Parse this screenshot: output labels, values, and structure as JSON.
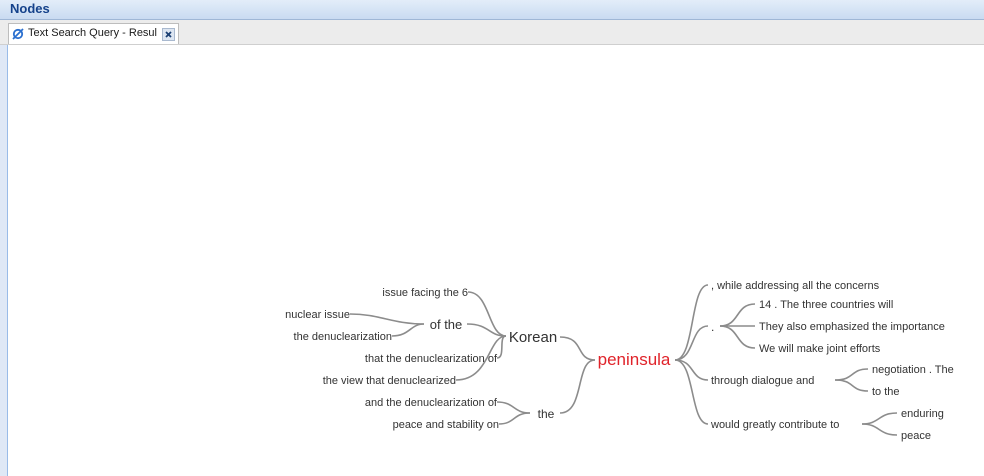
{
  "panel": {
    "title": "Nodes"
  },
  "tab": {
    "label": "Text Search Query - Resul",
    "icon": "query-icon",
    "close_icon": "close-icon"
  },
  "word_tree": {
    "root": "peninsula",
    "colors": {
      "root": "#e0232a",
      "text": "#333333",
      "line": "#8c8c8c"
    },
    "left": {
      "Korean": {
        "of the": [
          "nuclear issue",
          "the denuclearization"
        ],
        "direct": [
          "issue facing the 6",
          "that the denuclearization of",
          "the view that denuclearized"
        ]
      },
      "the": [
        "and the denuclearization of",
        "peace and stability on"
      ]
    },
    "right": {
      "top": ", while addressing all the concerns",
      "dot": {
        "label": ".",
        "children": [
          "14 . The three countries will",
          "They also emphasized the importance",
          "We will make joint efforts"
        ]
      },
      "dialogue": {
        "label": "through dialogue and",
        "children": [
          "negotiation . The",
          "to the"
        ]
      },
      "contribute": {
        "label": "would greatly contribute to",
        "children": [
          "enduring",
          "peace"
        ]
      }
    }
  }
}
